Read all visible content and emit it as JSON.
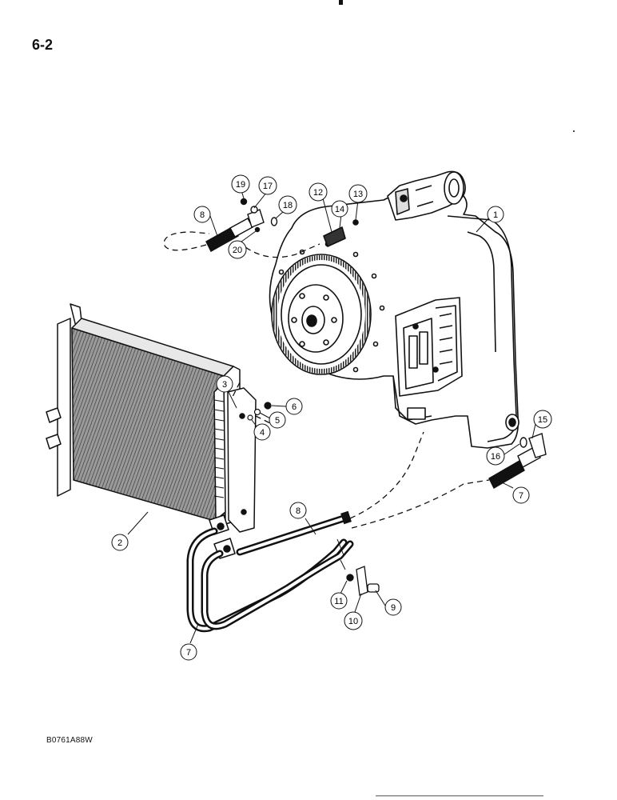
{
  "page_number": "6-2",
  "figure_code": "B0761A88W",
  "callouts": [
    {
      "id": "1",
      "label": "1"
    },
    {
      "id": "2",
      "label": "2"
    },
    {
      "id": "3",
      "label": "3"
    },
    {
      "id": "4",
      "label": "4"
    },
    {
      "id": "5",
      "label": "5"
    },
    {
      "id": "6",
      "label": "6"
    },
    {
      "id": "7a",
      "label": "7"
    },
    {
      "id": "7b",
      "label": "7"
    },
    {
      "id": "8a",
      "label": "8"
    },
    {
      "id": "8b",
      "label": "8"
    },
    {
      "id": "9",
      "label": "9"
    },
    {
      "id": "10",
      "label": "10"
    },
    {
      "id": "11",
      "label": "11"
    },
    {
      "id": "12",
      "label": "12"
    },
    {
      "id": "13",
      "label": "13"
    },
    {
      "id": "14",
      "label": "14"
    },
    {
      "id": "15",
      "label": "15"
    },
    {
      "id": "16",
      "label": "16"
    },
    {
      "id": "17",
      "label": "17"
    },
    {
      "id": "18",
      "label": "18"
    },
    {
      "id": "19",
      "label": "19"
    },
    {
      "id": "20",
      "label": "20"
    }
  ]
}
